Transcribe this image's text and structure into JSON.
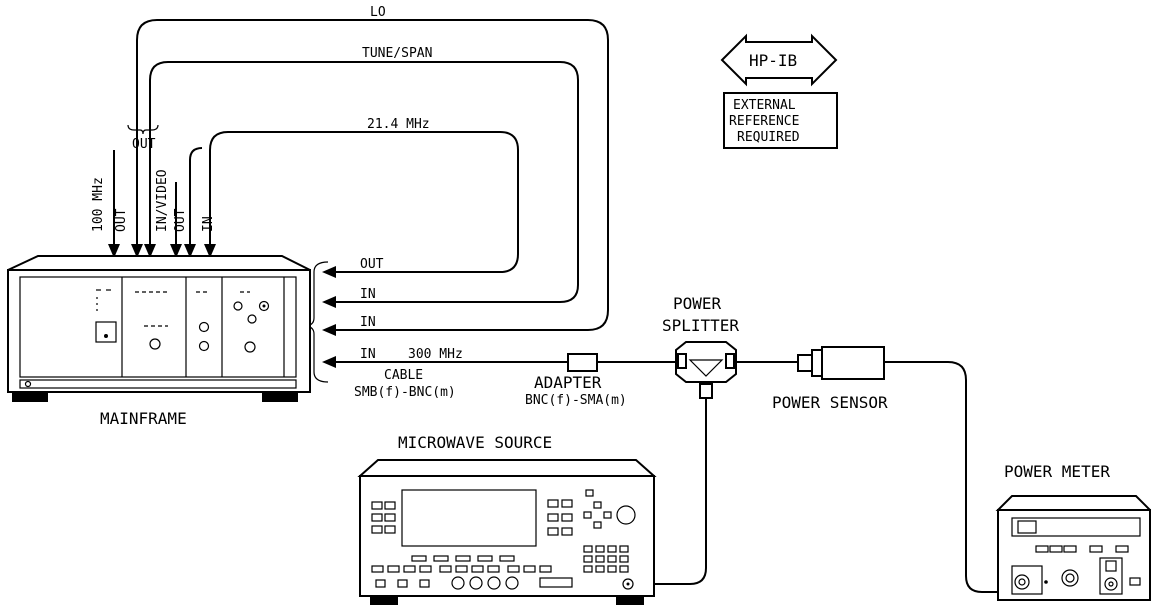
{
  "cables": {
    "lo": "LO",
    "tune_span": "TUNE/SPAN",
    "if_214": "21.4 MHz",
    "cal_300": "300 MHz"
  },
  "mainframe": {
    "name": "MAINFRAME",
    "top_ports": [
      "100 MHz",
      "OUT",
      "IN/VIDEO",
      "OUT",
      "IN"
    ],
    "out_brace": "OUT"
  },
  "side_ports": [
    "OUT",
    "IN",
    "IN",
    "IN"
  ],
  "cable_label": {
    "line1": "CABLE",
    "line2": "SMB(f)-BNC(m)"
  },
  "adapter": {
    "name": "ADAPTER",
    "spec": "BNC(f)-SMA(m)"
  },
  "splitter": {
    "line1": "POWER",
    "line2": "SPLITTER"
  },
  "sensor": "POWER SENSOR",
  "source": "MICROWAVE SOURCE",
  "meter": "POWER METER",
  "hpib": "HP-IB",
  "ext_ref": [
    "EXTERNAL",
    "REFERENCE",
    "REQUIRED"
  ]
}
